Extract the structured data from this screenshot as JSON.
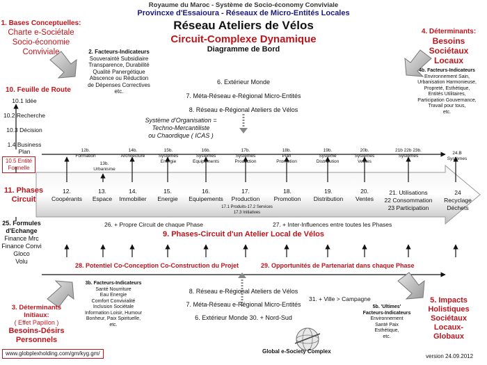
{
  "header": {
    "line1": "Royaume du Maroc - Système de Socio-économy Conviviale",
    "line2": "Provincxe d'Essaioura - Réseaux de Micro-Entités Locales",
    "title": "Réseau Ateliers de Vélos",
    "subtitle": "Circuit-Complexe Dynamique",
    "subtitle2": "Diagramme de Bord"
  },
  "left_top": {
    "line1": "1. Bases Conceptuelles:",
    "line2": "Charte e-Sociétale",
    "line3": "Socio-économie",
    "line4": "Conviviale"
  },
  "facteurs2": {
    "title": "2. Facteurs-Indicateurs",
    "lines": [
      "Souveraintè Subsidiaire",
      "Transparence, Durabilité",
      "Qualité Panergétique",
      "Abscence ou Réduction",
      "de Dépenses Correctives",
      "etc."
    ]
  },
  "right_top": {
    "line1": "4. Déterminants:",
    "line2": "Besoins",
    "line3": "Sociétaux",
    "line4": "Locaux"
  },
  "facteurs4b": {
    "title": "4b. Facteurs-Indicateurs",
    "lines": [
      "Environnement Sain,",
      "Urbanisation Harmonieuse,",
      "Propreté, Esthétique,",
      "Entités Utilitaires,",
      "Participation Gouvernance,",
      "Travail pour tous,",
      "etc."
    ]
  },
  "feuille": {
    "title": "10. Feuille de Route",
    "items": [
      "10.1 Idée",
      "10.2 Recherche",
      "10.3 Décision",
      "1.4 Business",
      "Plan"
    ],
    "boxed": [
      "10.5 Entité",
      "Formelle"
    ]
  },
  "top_center": {
    "items": [
      "6. Extérieur Monde",
      "7. Méta-Réseau e-Régional Micro-Entités",
      "8. Réseau e-Régional Ateliers de Vélos"
    ]
  },
  "systeme": {
    "lines": [
      "Système d'Organisation =",
      "Techno-Mercantiliste",
      "ou Chaordique ( ICAS )"
    ]
  },
  "phase_top_labels": [
    {
      "l1": "12b.",
      "l2": "Formation"
    },
    {
      "l1": "13b.",
      "l2": "Urbanisme"
    },
    {
      "l1": "14b.",
      "l2": "Architecture"
    },
    {
      "l1": "15b.",
      "l2": "Systèmes",
      "l3": "Energie"
    },
    {
      "l1": "16b.",
      "l2": "Systèmes",
      "l3": "Equipements"
    },
    {
      "l1": "17b.",
      "l2": "Systèmes",
      "l3": "Production"
    },
    {
      "l1": "18b.",
      "l2": "Plan",
      "l3": "Promotion"
    },
    {
      "l1": "19b.",
      "l2": "Système",
      "l3": "Distribution"
    },
    {
      "l1": "20b.",
      "l2": "Systèmes",
      "l3": "Ventes"
    },
    {
      "l1": "21b 22b 23b.",
      "l2": "Systèmes"
    },
    {
      "l1": "24.B",
      "l2": "Systèmes"
    }
  ],
  "phases_label": {
    "l1": "11. Phases",
    "l2": "Circuit"
  },
  "phases": [
    {
      "num": "12.",
      "label": "Coopérants"
    },
    {
      "num": "13.",
      "label": "Espace"
    },
    {
      "num": "14.",
      "label": "Immobilier"
    },
    {
      "num": "15.",
      "label": "Energie"
    },
    {
      "num": "16.",
      "label": "Equipements"
    },
    {
      "num": "17.",
      "label": "Production"
    },
    {
      "num": "18.",
      "label": "Promotion"
    },
    {
      "num": "19.",
      "label": "Distribution"
    },
    {
      "num": "20.",
      "label": "Ventes"
    }
  ],
  "phase21": [
    "21. Utilisations",
    "22 Consommation",
    "23 Participation"
  ],
  "phase24": [
    "24",
    "Recyclage",
    "Déchets"
  ],
  "production_sub": [
    "17.1 Produits-17.2 Services",
    "17.3 Initiatives"
  ],
  "formules": {
    "title1": "25. Formules",
    "title2": "d'Echange",
    "items": [
      "Finance Mrc",
      "Finance Convi",
      "Gloco",
      "Volu"
    ]
  },
  "line26": "26. + Propre Circuit de chaque Phase",
  "line27": "27. + Inter-Influences entre toutes les Phases",
  "line9": "9. Phases-Circuit d'un Atelier Local de Vélos",
  "line28": "28. Potentiel Co-Conception Co-Construction du Projet",
  "line29": "29. Opportunités de Partenariat dans chaque Phase",
  "facteurs3b": {
    "title": "3b. Facteurs-Indicateurs",
    "lines": [
      "Santé Nourriture",
      "Eau Energie",
      "Comfort Convivialité",
      "Inclusion Sociétale",
      "Information Loisir, Humour",
      "Bonheur, Paix Spirituelle,",
      "etc."
    ]
  },
  "bottom_center": {
    "items": [
      "8. Réseau e-Régional Ateliers de Vélos",
      "7. Méta-Réseau e-Régional Micro-Entités",
      "6. Extérieur Monde 30. + Nord-Sud"
    ]
  },
  "ville": "31. + Ville > Campagne",
  "facteurs5b": {
    "title1": "5b. 'Ultimes'",
    "title2": "Facteurs-Indicateurs",
    "lines": [
      "Environnement",
      "Santé Paix",
      "Esthétique,",
      "etc."
    ]
  },
  "left_bottom": {
    "line1": "3. Déterminants",
    "line2": "Initiaux:",
    "line3": "( Effet Papillon )",
    "line4": "Besoins-Désirs",
    "line5": "Personnels"
  },
  "right_bottom": {
    "line1": "5. Impacts",
    "line2": "Holistiques",
    "line3": "Sociétaux",
    "line4": "Locaux-",
    "line5": "Globaux"
  },
  "url": "www.globplexholding.com/gm/kyg.gm/",
  "logo_text": "Global e-Society Complex",
  "version": "version 24.09.2012",
  "colors": {
    "red": "#c0141c",
    "navy": "#1a1a7a",
    "arrow_gray": "#cfcfcf"
  }
}
